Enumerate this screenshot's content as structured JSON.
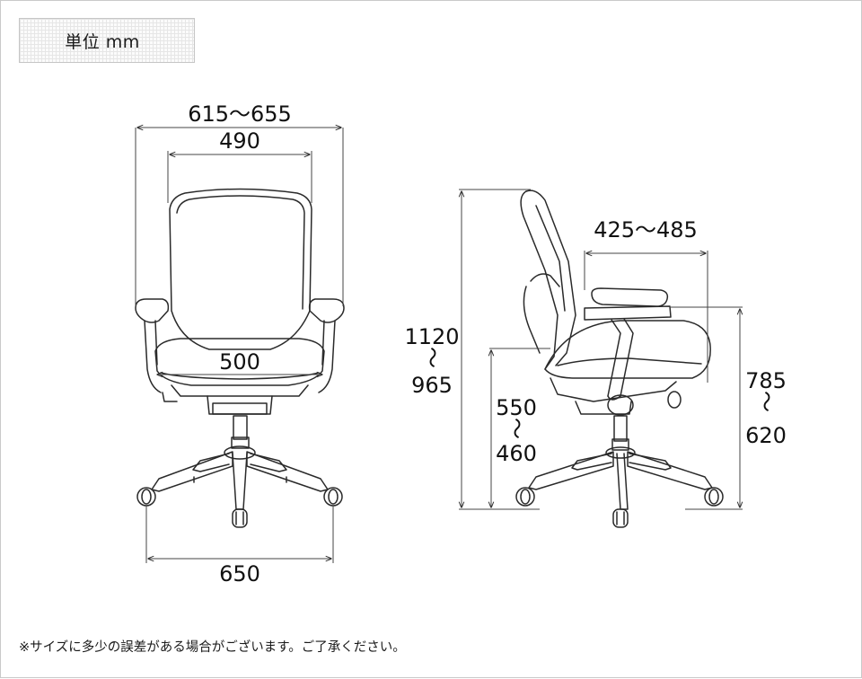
{
  "unit_label": "単位 mm",
  "front_view": {
    "overall_width": "615〜655",
    "back_width": "490",
    "seat_width": "500",
    "base_width": "650"
  },
  "side_view": {
    "armrest_depth": "425〜485",
    "overall_height": {
      "max": "1120",
      "tilde": "〜",
      "min": "965"
    },
    "seat_height": {
      "max": "550",
      "tilde": "〜",
      "min": "460"
    },
    "arm_height": {
      "max": "785",
      "tilde": "〜",
      "min": "620"
    }
  },
  "footnote": "※サイズに多少の誤差がある場合がございます。ご了承ください。"
}
